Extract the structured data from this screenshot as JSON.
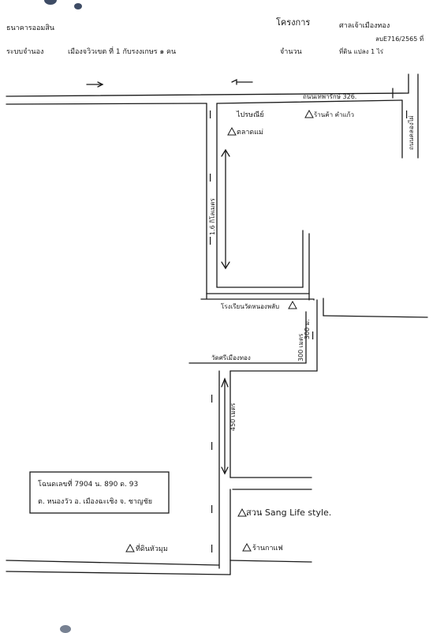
{
  "header": {
    "row1_left": "ธนาคารออมสิน",
    "row1_mid": "โครงการ",
    "row1_right": "ศาลเจ้าเมืองทอง",
    "row1_ref": "ลบE716/2565 ที่",
    "row2_left": "ระบบจำนอง",
    "row2_mid": "เมืองจวิวเขต ที่ 1 กับรงงเกษร ๑ คน",
    "row2_right_a": "จำนวน",
    "row2_right_b": "ที่ดิน แปลง 1 ไร่"
  },
  "map": {
    "main_road_top": "ถนนเทพารักษ์ 326.",
    "vertical_road_right": "ถนนคลองไผ่",
    "shop_top_left_1": "ไปรษณีย์",
    "shop_top_left_2": "ตลาดแม่",
    "shop_top_right": "ร้านค้า คำแก้ว",
    "distance_left_road": "1.6 กิโลเมตร",
    "school_label": "โรงเรียนวัดหนองพลับ",
    "distance_mid": "300 ม.",
    "temple_label": "วัดศรีเมืองทอง",
    "distance_small": "300 เมตร",
    "distance_lower": "450 เมตร",
    "note_line1": "โฉนดเลขที่ 7904 น. 890 ด. 93",
    "note_line2": "ต. หนองวัว อ. เมืองฉะเชิง จ. ชาญชัย",
    "landmark_farm": "สวน Sang Life style.",
    "landmark_shop": "ร้านกาแฟ",
    "landmark_bottom": "ที่ดินหัวมุม"
  },
  "colors": {
    "ink": "#1a1a1a",
    "stain": "#1c2d4a",
    "paper": "#ffffff"
  }
}
